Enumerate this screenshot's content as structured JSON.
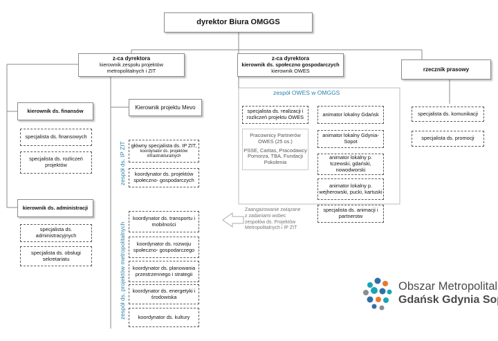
{
  "top": {
    "title": "dyrektor Biura OMGGS"
  },
  "deputy1": {
    "title": "z-ca dyrektora",
    "line1": "kierownik zespołu projektów",
    "line2": "metropolitalnych i ZIT"
  },
  "deputy2": {
    "title": "z-ca dyrektora",
    "line1": "kierownik ds. społeczno gospodarczych",
    "line2": "kierownik OWES"
  },
  "press": {
    "title": "rzecznik prasowy"
  },
  "finance": {
    "head": "kierownik ds. finansów",
    "items": [
      "specjalista ds. finansowych",
      "specjalista ds. rozliczeń projektów"
    ]
  },
  "admin": {
    "head": "kierownik ds. administracji",
    "items": [
      "specjalista ds. administracyjnych",
      "specjalista ds. obsługi sekretariatu"
    ]
  },
  "mevo": {
    "head": "Kierownik projektu Mevo"
  },
  "zit": {
    "label": "zespół ds. IP ZIT",
    "items": [
      {
        "main": "główny specjalista ds. IP ZIT,",
        "sub": "koordynator ds. projektów infrastrukturalnych"
      },
      {
        "main": "koordynator ds. projektów społeczno- gospodarczych"
      }
    ]
  },
  "metro": {
    "label": "zespół ds. projektów metropolitalnych",
    "items": [
      "koordynator ds. transportu i mobilności",
      "koordynator ds. rozwoju społeczno- gospodarczego",
      "koordynator ds. planowania przestrzennego i strategii",
      "koordynator ds. energetyki i środowiska",
      "koordynator ds. kultury"
    ]
  },
  "owes": {
    "label": "zespół OWES  w OMGGS",
    "realization": "specjalista ds. realizacji i rozliczeń projektu OWES",
    "partners": {
      "line1": "Pracownicy Partnerów",
      "line2": "OWES  (25 os.)",
      "line3": "PSSE, Caritas, Pracodawcy Pomorza, TBA, Fundacji Pokolenia"
    },
    "animators": [
      "animator lokalny Gdańsk",
      "animator lokalny Gdynia-Sopot",
      "animator lokalny p. tczewski, gdański, nowodworski",
      "animator lokalny p. wejherowski, pucki, kartuski",
      "specjalista ds. animacji i partnerstw"
    ],
    "note": "Zaangażowanie związane z zadaniami wobec zespołów  ds. Projektów Metropolitalnych i IP ZIT"
  },
  "press_items": [
    "specjalista ds. komunikacji",
    "specjalista ds. promocji"
  ],
  "logo": {
    "line1": "Obszar Metropolitalny",
    "line2": "Gdańsk Gdynia Sopot",
    "colors": {
      "teal": "#1aa3b5",
      "blue": "#2f6fa6",
      "orange": "#e8792a",
      "gray": "#8d8d8d"
    }
  },
  "accent_color": "#2a7fb0"
}
